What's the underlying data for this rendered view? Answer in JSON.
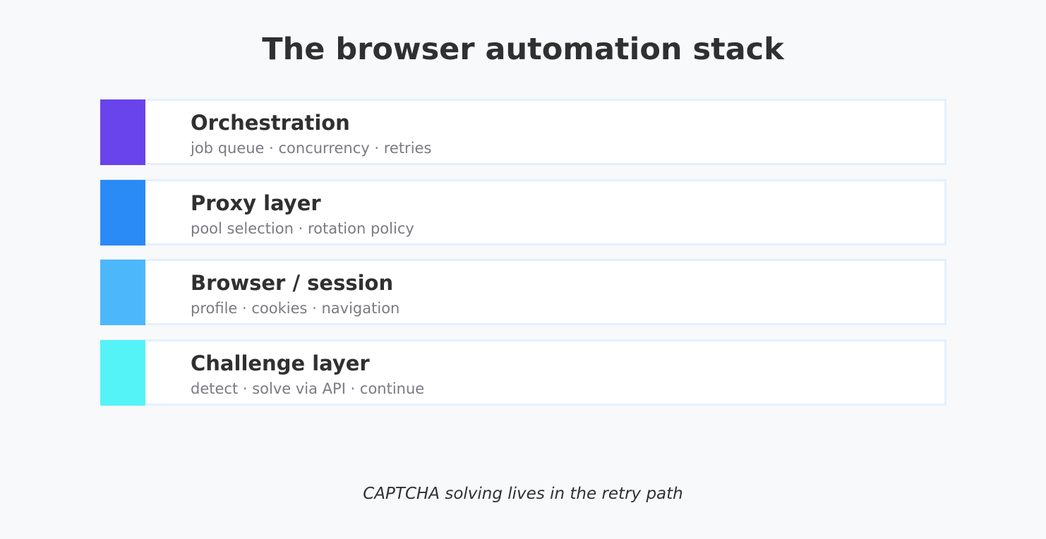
{
  "title": "The browser automation stack",
  "layers": [
    {
      "name": "Orchestration",
      "description": "job queue · concurrency · retries",
      "color": "#6943ec"
    },
    {
      "name": "Proxy layer",
      "description": "pool selection · rotation policy",
      "color": "#2b8bf6"
    },
    {
      "name": "Browser / session",
      "description": "profile · cookies · navigation",
      "color": "#4db7fb"
    },
    {
      "name": "Challenge layer",
      "description": "detect · solve via API · continue",
      "color": "#54f3f8"
    }
  ],
  "caption": "CAPTCHA solving lives in the retry path"
}
